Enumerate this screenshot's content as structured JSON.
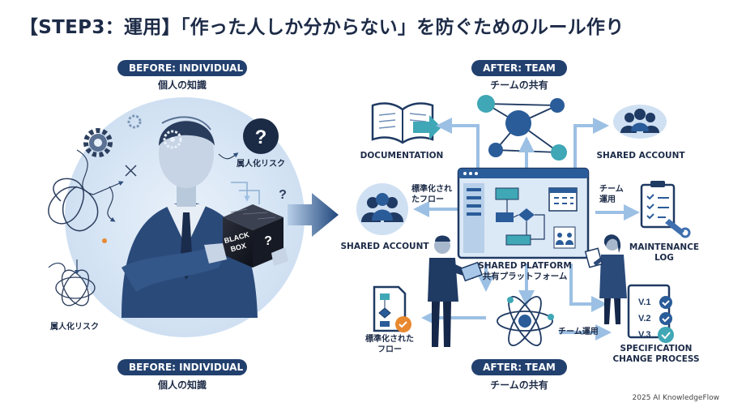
{
  "title": "【STEP3：運用】「作った人しか分からない」を防ぐためのルール作り",
  "left": {
    "top_badge": "BEFORE: INDIVIDUAL",
    "top_sub": "個人の知識",
    "bottom_badge": "BEFORE: INDIVIDUAL",
    "bottom_sub": "個人の知識",
    "risk_label_1": "属人化リスク",
    "risk_label_2": "属人化リスク",
    "black_box_line1": "BLACK",
    "black_box_line2": "BOX",
    "question_mark": "?"
  },
  "right": {
    "top_badge": "AFTER: TEAM",
    "top_sub": "チームの共有",
    "bottom_badge": "AFTER: TEAM",
    "bottom_sub": "チームの共有",
    "documentation": "DOCUMENTATION",
    "shared_account_top": "SHARED ACCOUNT",
    "shared_account_left": "SHARED ACCOUNT",
    "std_flow_1_line1": "標準化され",
    "std_flow_1_line2": "たフロー",
    "team_ops_1_line1": "チーム",
    "team_ops_1_line2": "運用",
    "maintenance_line1": "MAINTENANCE",
    "maintenance_line2": "LOG",
    "platform_line1": "SHARED PLATFORM",
    "platform_line2": "共有プラットフォーム",
    "std_flow_2_line1": "標準化された",
    "std_flow_2_line2": "フロー",
    "team_ops_2": "チーム運用",
    "spec_line1": "SPECIFICATION",
    "spec_line2": "CHANGE PROCESS",
    "versions": [
      "V.1",
      "V.2",
      "V.3"
    ]
  },
  "footer": "2025 AI KnowledgeFlow",
  "colors": {
    "navy": "#22406e",
    "dark": "#1d2b47",
    "mid_blue": "#3f6fae",
    "light_blue": "#a9c7e8",
    "pale_blue": "#dbe8f6",
    "teal": "#3fa7b5",
    "orange": "#e8892f"
  }
}
